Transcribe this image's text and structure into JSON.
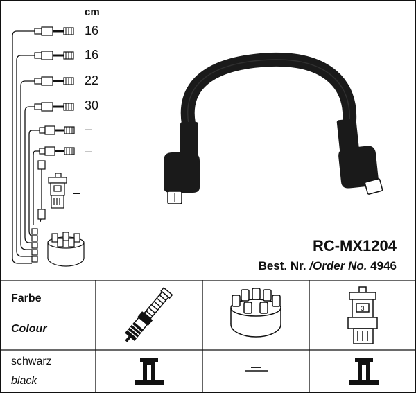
{
  "unit": "cm",
  "lengths": [
    "16",
    "16",
    "22",
    "30",
    "–",
    "–"
  ],
  "coil_length": "–",
  "model": "RC-MX1204",
  "order_label_de": "Best. Nr.",
  "order_label_sep": "/",
  "order_label_en": "Order No.",
  "order_number": "4946",
  "table": {
    "header_de": "Farbe",
    "header_en": "Colour",
    "row_de": "schwarz",
    "row_en": "black",
    "no_entry": "—"
  },
  "colors": {
    "line": "#111111",
    "cable": "#1a1a1a",
    "background": "#ffffff"
  }
}
